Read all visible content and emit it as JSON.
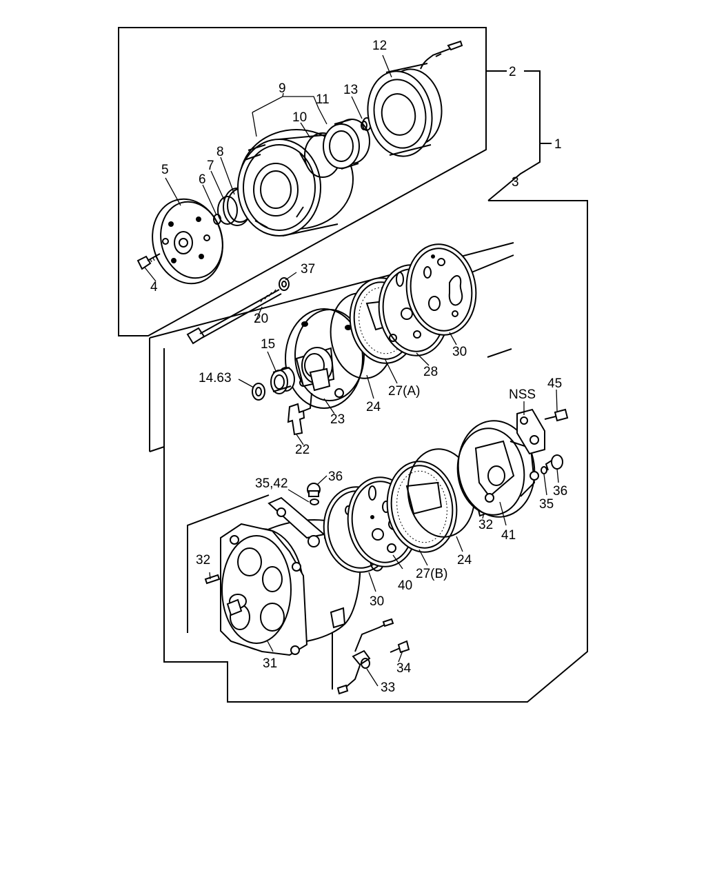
{
  "labels": {
    "l1": "1",
    "l2": "2",
    "l3": "3",
    "l4": "4",
    "l5": "5",
    "l6": "6",
    "l7": "7",
    "l8": "8",
    "l9": "9",
    "l10": "10",
    "l11": "11",
    "l12": "12",
    "l13": "13",
    "l1463": "14.63",
    "l15": "15",
    "l20": "20",
    "l22": "22",
    "l23": "23",
    "l24a": "24",
    "l24b": "24",
    "l27a": "27(A)",
    "l27b": "27(B)",
    "l28": "28",
    "l30a": "30",
    "l30b": "30",
    "l31": "31",
    "l32a": "32",
    "l32b": "32",
    "l33": "33",
    "l34": "34",
    "l3542": "35,42",
    "l35": "35",
    "l36a": "36",
    "l36b": "36",
    "l37": "37",
    "l40": "40",
    "l41": "41",
    "l45": "45",
    "lnss": "NSS"
  }
}
